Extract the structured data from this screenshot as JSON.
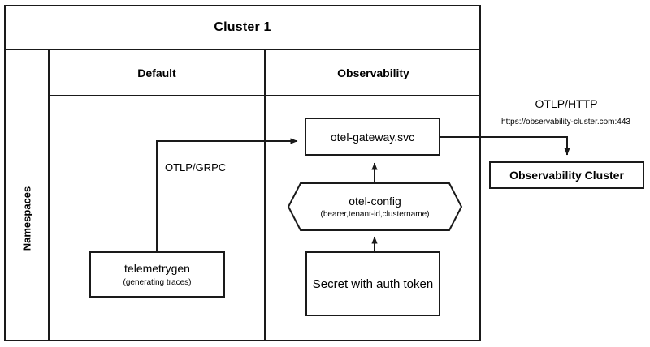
{
  "diagram": {
    "title": "Cluster 1",
    "side_label": "Namespaces",
    "columns": [
      {
        "name": "default",
        "label": "Default"
      },
      {
        "name": "observability",
        "label": "Observability"
      }
    ],
    "nodes": {
      "gateway": {
        "label": "otel-gateway.svc"
      },
      "telemetrygen": {
        "label": "telemetrygen",
        "sublabel": "(generating traces)"
      },
      "otel_config": {
        "label": "otel-config",
        "sublabel": "(bearer,tenant-id,clustername)"
      },
      "secret": {
        "label": "Secret with auth token"
      },
      "observability_cluster": {
        "label": "Observability Cluster"
      }
    },
    "edges": [
      {
        "from": "telemetrygen",
        "to": "gateway",
        "label": "OTLP/GRPC"
      },
      {
        "from": "gateway",
        "to": "observability_cluster",
        "label": "OTLP/HTTP",
        "sublabel": "https://observability-cluster.com:443"
      },
      {
        "from": "otel_config",
        "to": "gateway",
        "label": ""
      },
      {
        "from": "secret",
        "to": "otel_config",
        "label": ""
      }
    ],
    "colors": {
      "stroke": "#1a1a1a",
      "fill": "#ffffff",
      "text": "#000000"
    }
  }
}
